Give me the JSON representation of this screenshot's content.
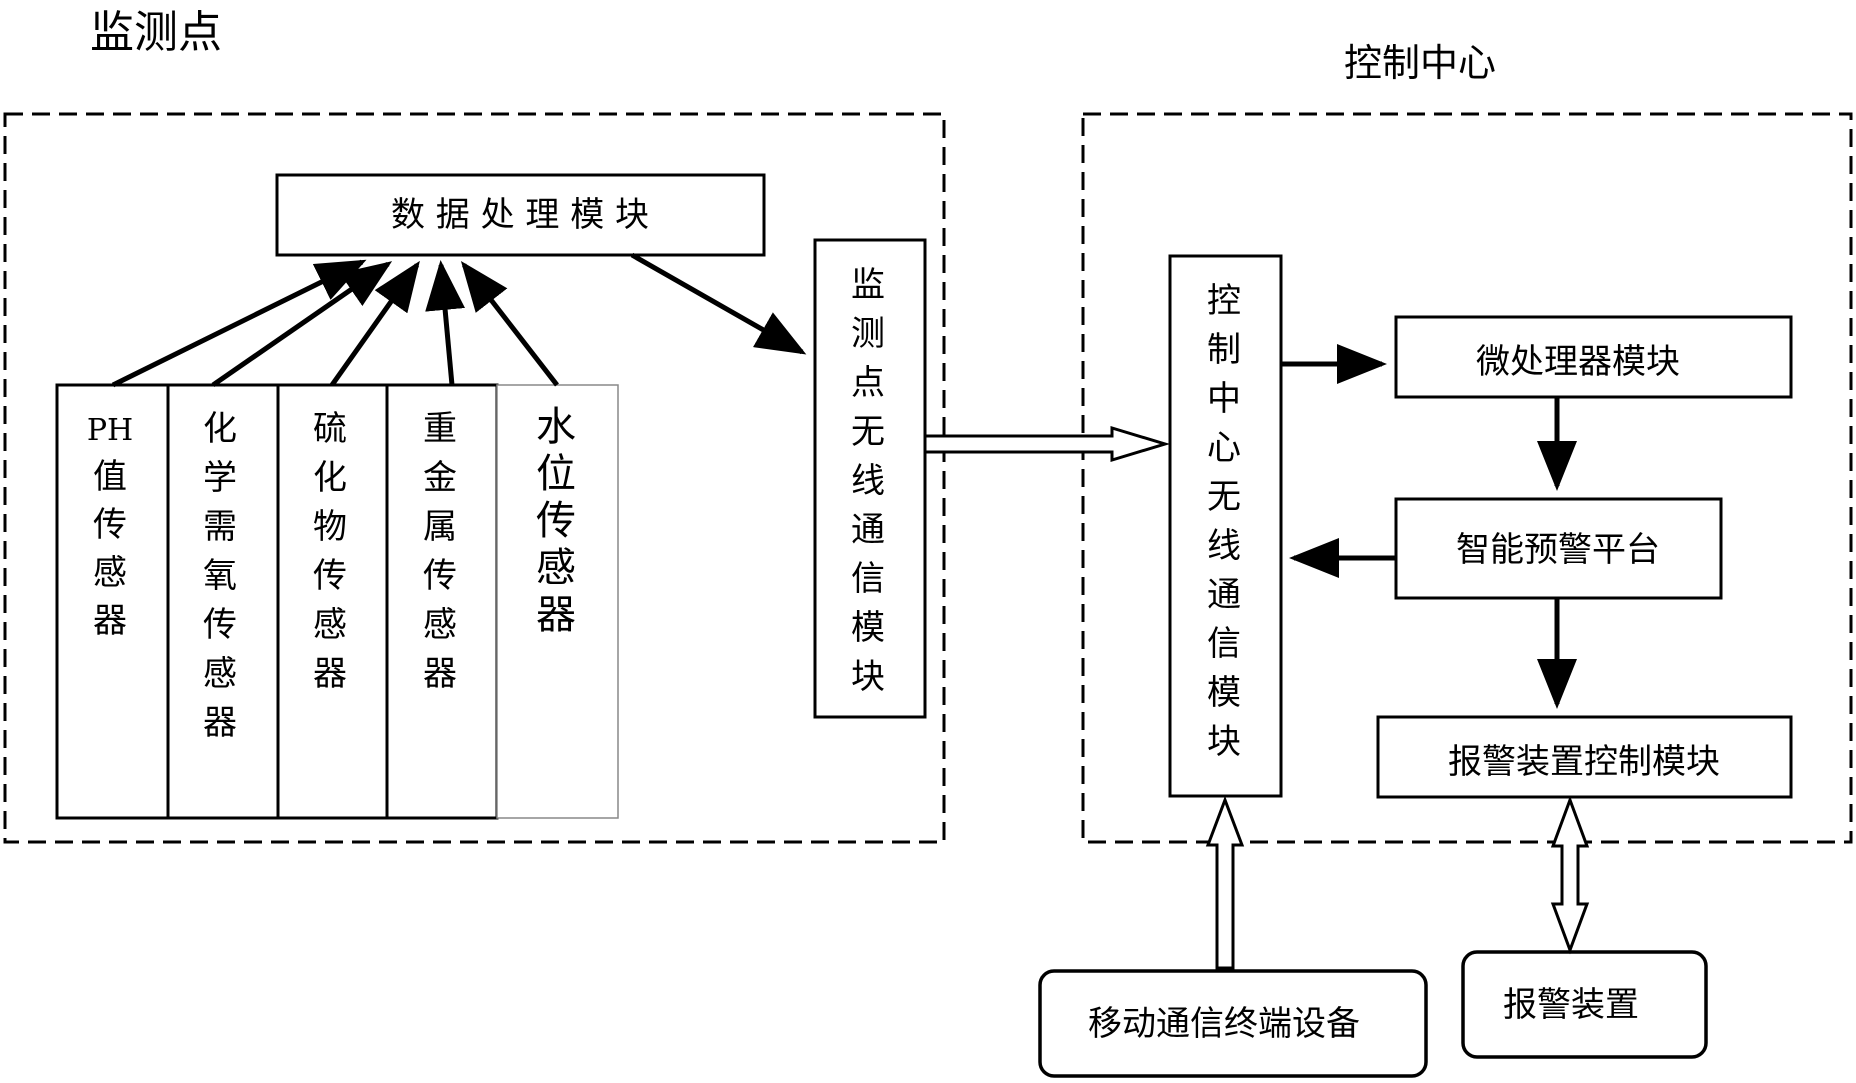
{
  "monitoring_point": {
    "title": "监测点",
    "data_processing_module": "数 据 处 理 模 块",
    "sensors": [
      {
        "chars": [
          "PH",
          "值",
          "传",
          "感",
          "器"
        ]
      },
      {
        "chars": [
          "化",
          "学",
          "需",
          "氧",
          "传",
          "感",
          "器"
        ]
      },
      {
        "chars": [
          "硫",
          "化",
          "物",
          "传",
          "感",
          "器"
        ]
      },
      {
        "chars": [
          "重",
          "金",
          "属",
          "传",
          "感",
          "器"
        ]
      },
      {
        "chars": [
          "水",
          "位",
          "传",
          "感",
          "器"
        ]
      }
    ],
    "wireless_module": [
      "监",
      "测",
      "点",
      "无",
      "线",
      "通",
      "信",
      "模",
      "块"
    ]
  },
  "control_center": {
    "title": "控制中心",
    "wireless_module": [
      "控",
      "制",
      "中",
      "心",
      "无",
      "线",
      "通",
      "信",
      "模",
      "块"
    ],
    "microprocessor_module": "微处理器模块",
    "warning_platform": "智能预警平台",
    "alarm_control_module": "报警装置控制模块"
  },
  "external": {
    "mobile_terminal": "移动通信终端设备",
    "alarm_device": "报警装置"
  }
}
